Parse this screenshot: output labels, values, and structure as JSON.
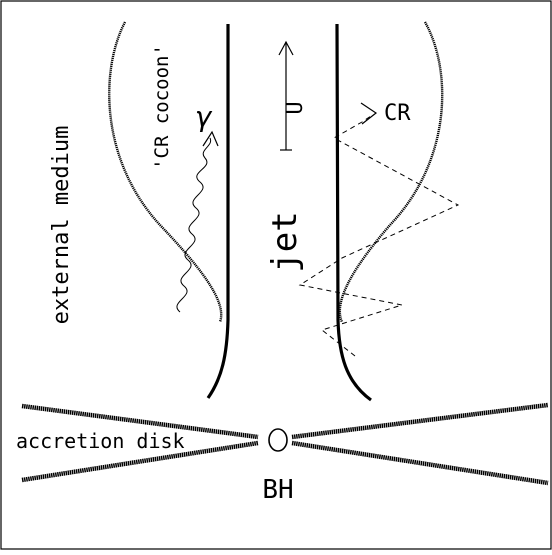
{
  "labels": {
    "external_medium": "external medium",
    "cr_cocoon": "'CR cocoon'",
    "gamma": "γ",
    "u": "U",
    "cr": "CR",
    "jet": "jet",
    "accretion_disk": "accretion disk",
    "bh": "BH"
  },
  "colors": {
    "ink": "#000000",
    "background": "#ffffff"
  }
}
